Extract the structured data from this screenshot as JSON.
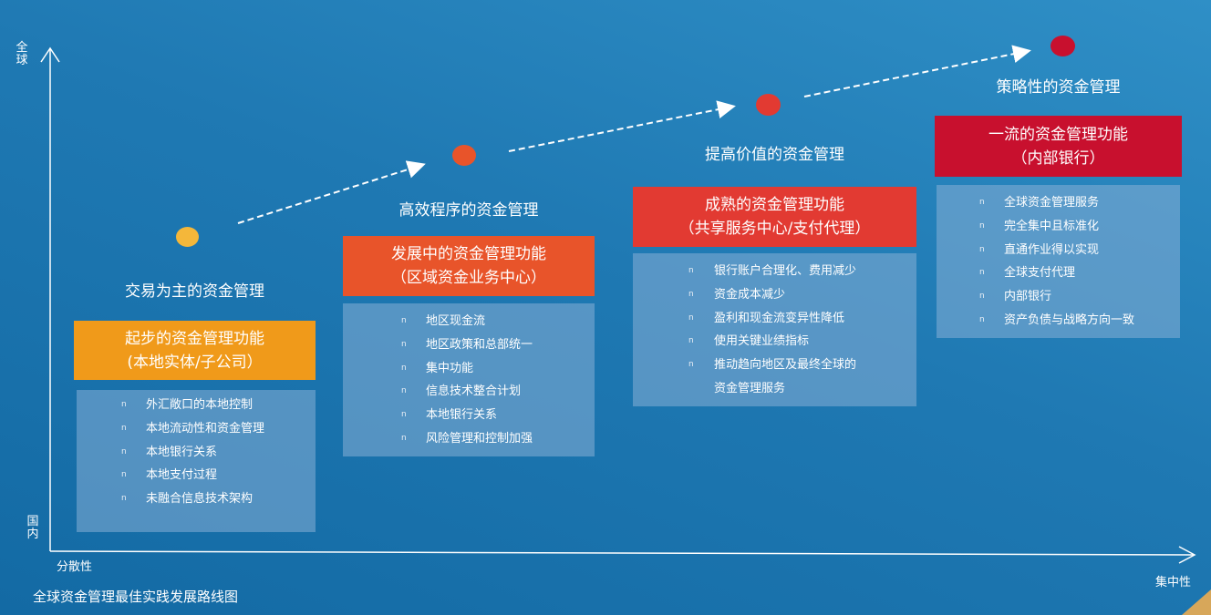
{
  "axes": {
    "y_top": "全球",
    "y_bottom": "国内",
    "x_left": "分散性",
    "x_right": "集中性"
  },
  "caption": "全球资金管理最佳实践发展路线图",
  "colors": {
    "stage1": "#f09a1a",
    "stage2": "#e8542a",
    "stage3": "#e23a32",
    "stage4": "#c8102e",
    "dot1": "#f4b73a",
    "dot2": "#e8542a",
    "dot3": "#e23a32",
    "dot4": "#c8102e"
  },
  "stages": [
    {
      "title": "交易为主的资金管理",
      "box_line1": "起步的资金管理功能",
      "box_line2": "(本地实体/子公司）",
      "bullet": "n",
      "items": [
        "外汇敞口的本地控制",
        "本地流动性和资金管理",
        "本地银行关系",
        "本地支付过程",
        "未融合信息技术架构"
      ]
    },
    {
      "title": "高效程序的资金管理",
      "box_line1": "发展中的资金管理功能",
      "box_line2": "（区域资金业务中心）",
      "bullet": "n",
      "items": [
        "地区现金流",
        "地区政策和总部统一",
        "集中功能",
        "信息技术整合计划",
        "本地银行关系",
        "风险管理和控制加强"
      ]
    },
    {
      "title": "提高价值的资金管理",
      "box_line1": "成熟的资金管理功能",
      "box_line2": "（共享服务中心/支付代理）",
      "bullet": "n",
      "items": [
        "银行账户合理化、费用减少",
        "资金成本减少",
        "盈利和现金流变异性降低",
        "使用关键业绩指标",
        "推动趋向地区及最终全球的",
        "资金管理服务"
      ]
    },
    {
      "title": "策略性的资金管理",
      "box_line1": "一流的资金管理功能",
      "box_line2": "（内部银行）",
      "bullet": "n",
      "items": [
        "全球资金管理服务",
        "完全集中且标准化",
        "直通作业得以实现",
        "全球支付代理",
        "内部银行",
        "资产负债与战略方向一致"
      ]
    }
  ]
}
